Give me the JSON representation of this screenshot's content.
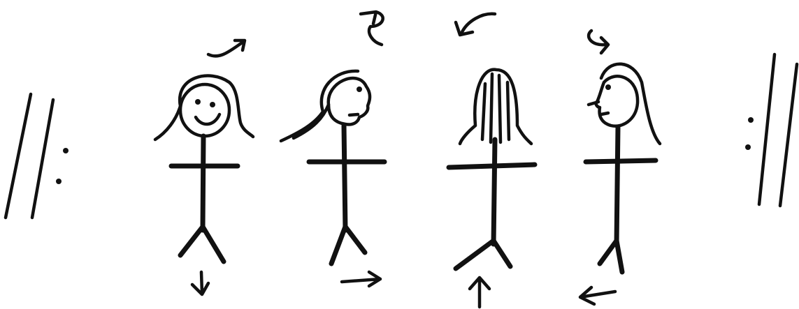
{
  "ink_color": "#111111",
  "background_color": "#ffffff",
  "repeat_signs": [
    {
      "kind": "start-repeat"
    },
    {
      "kind": "end-repeat"
    }
  ],
  "figures": [
    {
      "facing": "front",
      "turn_arrow": "clockwise-curve-right",
      "step_arrow": "down"
    },
    {
      "facing": "right-profile",
      "turn_arrow": "curl-up-left",
      "step_arrow": "right"
    },
    {
      "facing": "back",
      "turn_arrow": "curve-down-left",
      "step_arrow": "up"
    },
    {
      "facing": "left-profile",
      "turn_arrow": "curl-down-right",
      "step_arrow": "left"
    }
  ]
}
